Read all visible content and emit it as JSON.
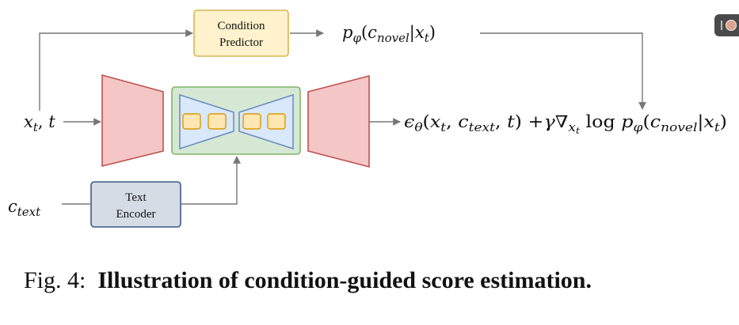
{
  "condition_predictor": {
    "line1": "Condition",
    "line2": "Predictor"
  },
  "text_encoder": {
    "line1": "Text",
    "line2": "Encoder"
  },
  "inputs": {
    "xt_main": "x",
    "xt_sub": "t",
    "xt_sep": ", ",
    "t": "t",
    "c_main": "c",
    "c_sub": "text"
  },
  "predictor_output": {
    "p": "p",
    "p_sub": "φ",
    "open": "(",
    "c": "c",
    "c_sub": "novel",
    "bar": "|",
    "x": "x",
    "x_sub": "t",
    "close": ")"
  },
  "output_formula": {
    "eps": "ϵ",
    "eps_sub": "θ",
    "args_open": "(",
    "x": "x",
    "x_sub": "t",
    "comma1": ", ",
    "c": "c",
    "c_sub": "text",
    "comma2": ", ",
    "t": "t",
    "args_close": ")",
    "plus_gamma": " +γ",
    "nabla": "∇",
    "nabla_sub": "x",
    "nabla_subsub": "t",
    "log": " log ",
    "p": "p",
    "p_sub": "φ",
    "p_open": "(",
    "c2": "c",
    "c2_sub": "novel",
    "bar": "|",
    "x2": "x",
    "x2_sub": "t",
    "p_close": ")"
  },
  "caption": {
    "label": "Fig. 4:",
    "text": "Illustration of condition-guided score estimation."
  },
  "colors": {
    "encoder_fill": "#f4c7c6",
    "encoder_stroke": "#c0504d",
    "unet_fill": "#d5e8d4",
    "unet_stroke": "#82b366",
    "inner_fill": "#dae8fc",
    "inner_stroke": "#6c8ebf",
    "token_fill": "#ffe6b3",
    "token_stroke": "#d79b00",
    "predictor_fill": "#fff2cc",
    "predictor_stroke": "#d6b656",
    "text_enc_fill": "#d6dce5",
    "text_enc_stroke": "#3b5a8a",
    "arrow": "#777777"
  }
}
